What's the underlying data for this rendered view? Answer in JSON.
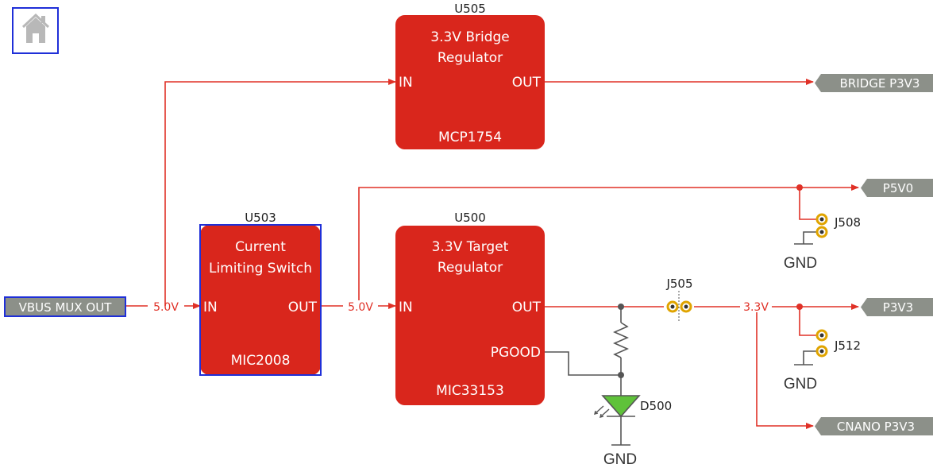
{
  "home": {
    "icon": "home-icon"
  },
  "blocks": {
    "u505": {
      "ref": "U505",
      "title1": "3.3V Bridge",
      "title2": "Regulator",
      "part": "MCP1754",
      "pin_in": "IN",
      "pin_out": "OUT"
    },
    "u503": {
      "ref": "U503",
      "title1": "Current",
      "title2": "Limiting Switch",
      "part": "MIC2008",
      "pin_in": "IN",
      "pin_out": "OUT"
    },
    "u500": {
      "ref": "U500",
      "title1": "3.3V Target",
      "title2": "Regulator",
      "part": "MIC33153",
      "pin_in": "IN",
      "pin_out": "OUT",
      "pin_pgood": "PGOOD"
    }
  },
  "nets": {
    "vbus_mux_out": "VBUS MUX OUT",
    "bridge_p3v3": "BRIDGE P3V3",
    "p5v0": "P5V0",
    "p3v3": "P3V3",
    "cnano_p3v3": "CNANO P3V3"
  },
  "voltages": {
    "v1": "5.0V",
    "v2": "5.0V",
    "v3": "3.3V"
  },
  "connectors": {
    "j508": "J508",
    "j505": "J505",
    "j512": "J512"
  },
  "led": {
    "ref": "D500"
  },
  "ground": {
    "gnd1": "GND",
    "gnd2": "GND",
    "gnd3": "GND"
  },
  "colors": {
    "block": "#d9261c",
    "wire": "#e03127",
    "net_label": "#8c9089",
    "highlight": "#1f2fd8",
    "led": "#5fc23a",
    "connector": "#e0a400"
  }
}
